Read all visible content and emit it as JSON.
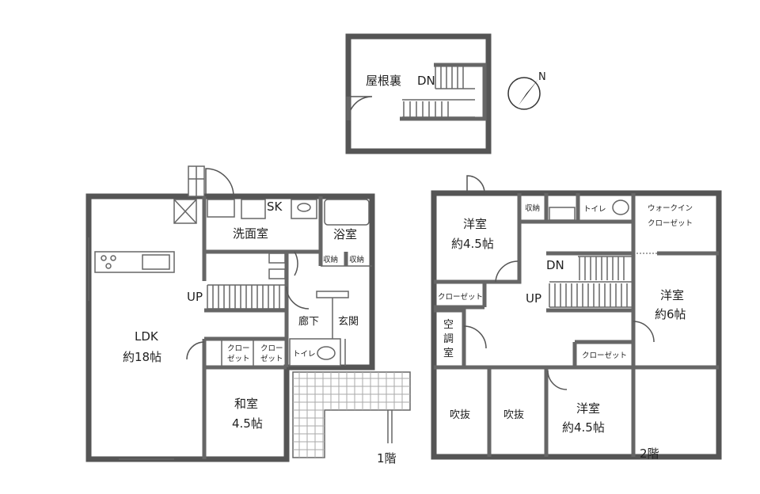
{
  "attic": {
    "title": "屋根裏",
    "stair": "DN"
  },
  "floor1": {
    "level": "1階",
    "rooms": {
      "ldk": "LDK",
      "ldk_size": "約18帖",
      "washroom": "洗面室",
      "bath": "浴室",
      "sk": "SK",
      "washitsu": "和室",
      "washitsu_size": "4.5帖",
      "hall": "廊下",
      "entrance": "玄関",
      "toilet": "トイレ",
      "closet_a": [
        "クロー",
        "ゼット"
      ],
      "closet_b": [
        "クロー",
        "ゼット"
      ],
      "storage_a": "収納",
      "storage_b": "収納",
      "up": "UP"
    }
  },
  "floor2": {
    "level": "2階",
    "rooms": {
      "western_a": "洋室",
      "western_a_size": "約4.5帖",
      "closet_a": "クローゼット",
      "storage": "収納",
      "toilet": "トイレ",
      "walkin": "ウォークイン",
      "walkin_2": "クローゼット",
      "western_b": "洋室",
      "western_b_size": "約6帖",
      "aircon": [
        "空",
        "調",
        "室"
      ],
      "up": "UP",
      "dn": "DN",
      "closet_b": "クローゼット",
      "void_a": "吹抜",
      "void_b": "吹抜",
      "western_c": "洋室",
      "western_c_size": "約4.5帖"
    }
  },
  "compass": {
    "letter": "N"
  },
  "colors": {
    "wall": "#555555",
    "background": "#ffffff"
  }
}
